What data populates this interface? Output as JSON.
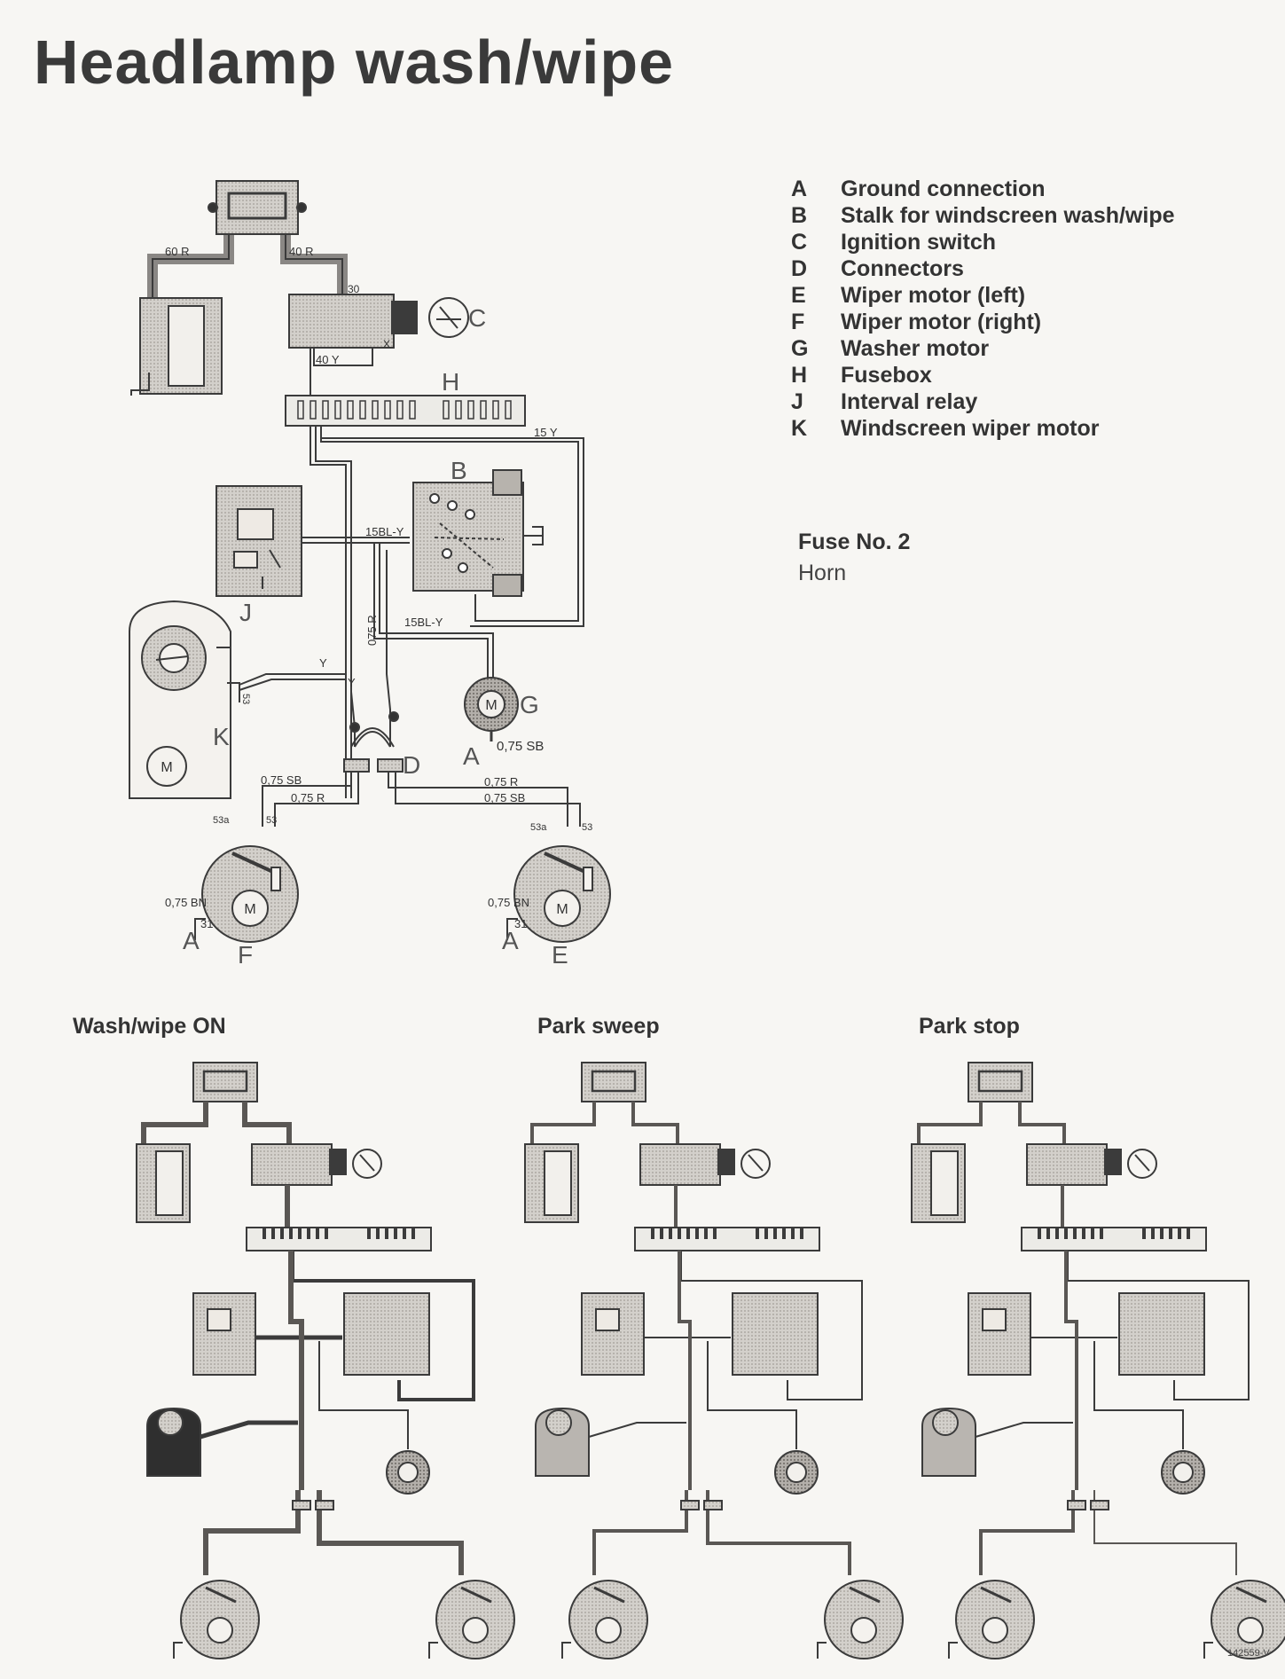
{
  "title": "Headlamp wash/wipe",
  "legend": [
    {
      "key": "A",
      "label": "Ground connection"
    },
    {
      "key": "B",
      "label": "Stalk for windscreen wash/wipe"
    },
    {
      "key": "C",
      "label": "Ignition switch"
    },
    {
      "key": "D",
      "label": "Connectors"
    },
    {
      "key": "E",
      "label": "Wiper motor (left)"
    },
    {
      "key": "F",
      "label": "Wiper motor (right)"
    },
    {
      "key": "G",
      "label": "Washer motor"
    },
    {
      "key": "H",
      "label": "Fusebox"
    },
    {
      "key": "J",
      "label": "Interval relay"
    },
    {
      "key": "K",
      "label": "Windscreen wiper motor"
    }
  ],
  "fuse": {
    "number": "Fuse No. 2",
    "use": "Horn"
  },
  "wires": {
    "w60r": "60 R",
    "w40r": "40 R",
    "w40y": "40 Y",
    "w15y": "15 Y",
    "w15bly_a": "15BL-Y",
    "w15bly_b": "15BL-Y",
    "w075r": "075 R",
    "wy_a": "Y",
    "wy_b": "Y",
    "w075sb_g": "0,75 SB",
    "w075sb_l": "0,75 SB",
    "w075r_l": "0,75 R",
    "w075r_r": "0,75 R",
    "w075sb_r": "0,75 SB",
    "w075bn_f": "0,75 BN",
    "w075bn_e": "0,75 BN"
  },
  "terminals": {
    "t30": "30",
    "tx": "X",
    "t53a_f": "53a",
    "t53_f": "53",
    "t53a_e": "53a",
    "t53_e": "53",
    "t31_f": "31",
    "t31_e": "31",
    "t53_k": "53"
  },
  "component_labels": {
    "A1": "A",
    "A2": "A",
    "A3": "A",
    "B": "B",
    "C": "C",
    "D": "D",
    "E": "E",
    "F": "F",
    "G": "G",
    "H": "H",
    "J": "J",
    "K": "K",
    "M_g": "M",
    "M_k": "M",
    "M_f": "M",
    "M_e": "M"
  },
  "states": [
    "Wash/wipe ON",
    "Park sweep",
    "Park stop"
  ],
  "figure_ref": "142559-V"
}
